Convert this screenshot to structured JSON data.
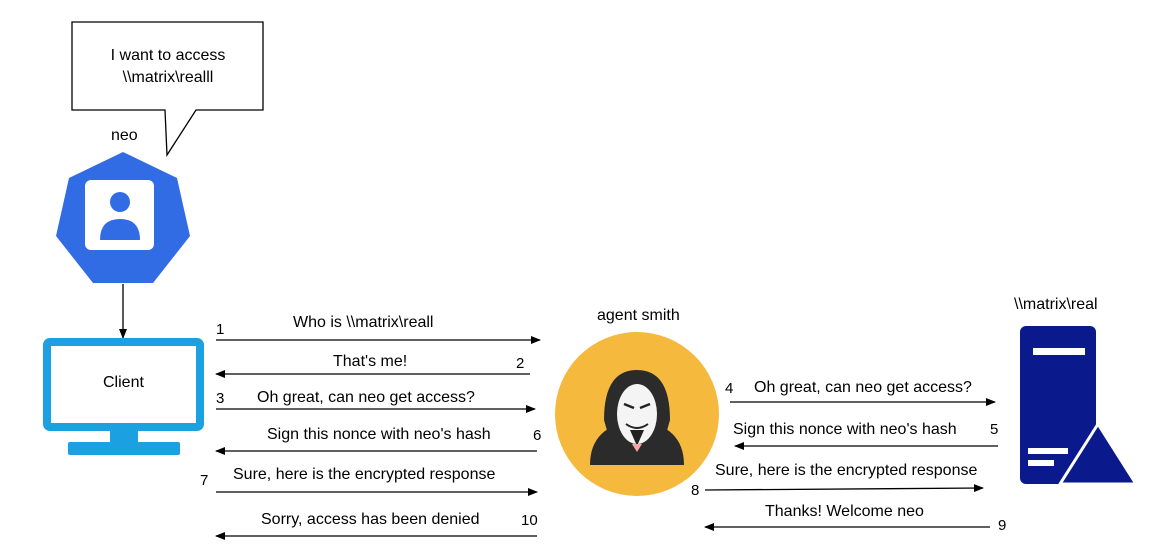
{
  "callout": {
    "line1": "I want to access",
    "line2": "\\\\matrix\\realll"
  },
  "nodes": {
    "user": {
      "label": "neo",
      "icon": "user-icon"
    },
    "client": {
      "label": "Client",
      "icon": "monitor-icon"
    },
    "attacker": {
      "label": "agent smith",
      "icon": "hacker-icon"
    },
    "server": {
      "label": "\\\\matrix\\real",
      "icon": "server-icon"
    }
  },
  "messages": [
    {
      "step": "1",
      "text": "Who is \\\\matrix\\reall"
    },
    {
      "step": "2",
      "text": "That's me!"
    },
    {
      "step": "3",
      "text": "Oh great, can neo get access?"
    },
    {
      "step": "4",
      "text": "Oh great, can neo get access?"
    },
    {
      "step": "5",
      "text": "Sign this nonce with neo's hash"
    },
    {
      "step": "6",
      "text": "Sign this nonce with neo's hash"
    },
    {
      "step": "7",
      "text": "Sure, here is the encrypted response"
    },
    {
      "step": "8",
      "text": "Sure, here is the encrypted response"
    },
    {
      "step": "9",
      "text": "Thanks! Welcome neo"
    },
    {
      "step": "10",
      "text": "Sorry, access has been denied"
    }
  ],
  "colors": {
    "user_badge": "#326CE5",
    "client_monitor": "#1BA1E2",
    "attacker_circle": "#F5B93E",
    "server": "#0A1A8C",
    "line": "#000000"
  }
}
